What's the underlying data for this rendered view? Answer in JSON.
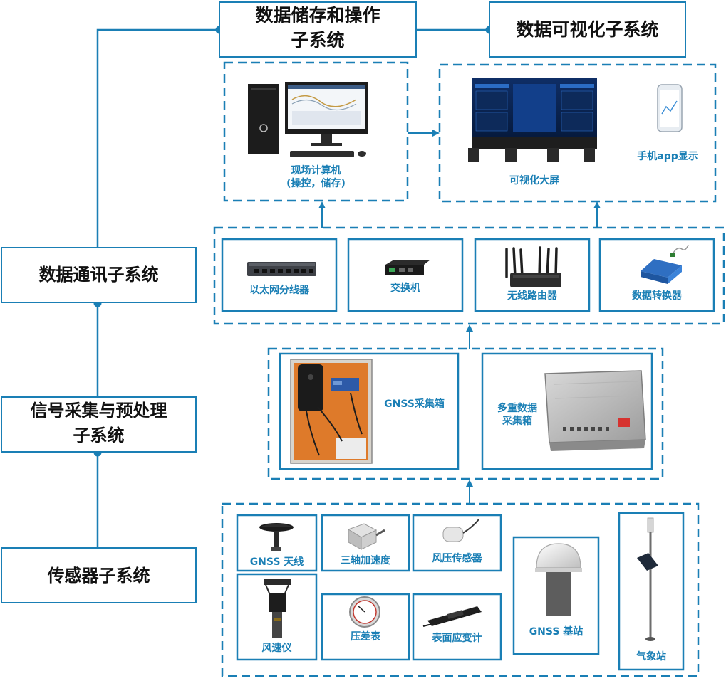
{
  "subsystems": {
    "storage_op": {
      "line1": "数据储存和操作",
      "line2": "子系统"
    },
    "visualization": "数据可视化子系统",
    "communication": "数据通讯子系统",
    "signal": {
      "line1": "信号采集与预处理",
      "line2": "子系统"
    },
    "sensor": "传感器子系统"
  },
  "storage_group": {
    "computer": {
      "line1": "现场计算机",
      "line2": "(操控，储存)"
    }
  },
  "visual_group": {
    "screen": "可视化大屏",
    "phone": "手机app显示"
  },
  "comm_devices": [
    "以太网分线器",
    "交换机",
    "无线路由器",
    "数据转换器"
  ],
  "acq_group": {
    "gnss_box": "GNSS采集箱",
    "multi_box": {
      "line1": "多重数据",
      "line2": "采集箱"
    }
  },
  "sensors": {
    "gnss_antenna": "GNSS 天线",
    "accelerometer": "三轴加速度",
    "wind_pressure": "风压传感器",
    "anemometer": "风速仪",
    "diff_pressure": "压差表",
    "strain": "表面应变计",
    "gnss_base": "GNSS 基站",
    "weather": "气象站"
  },
  "colors": {
    "accent": "#1a7fb5",
    "node": "#1a7fb5",
    "text": "#111111"
  }
}
